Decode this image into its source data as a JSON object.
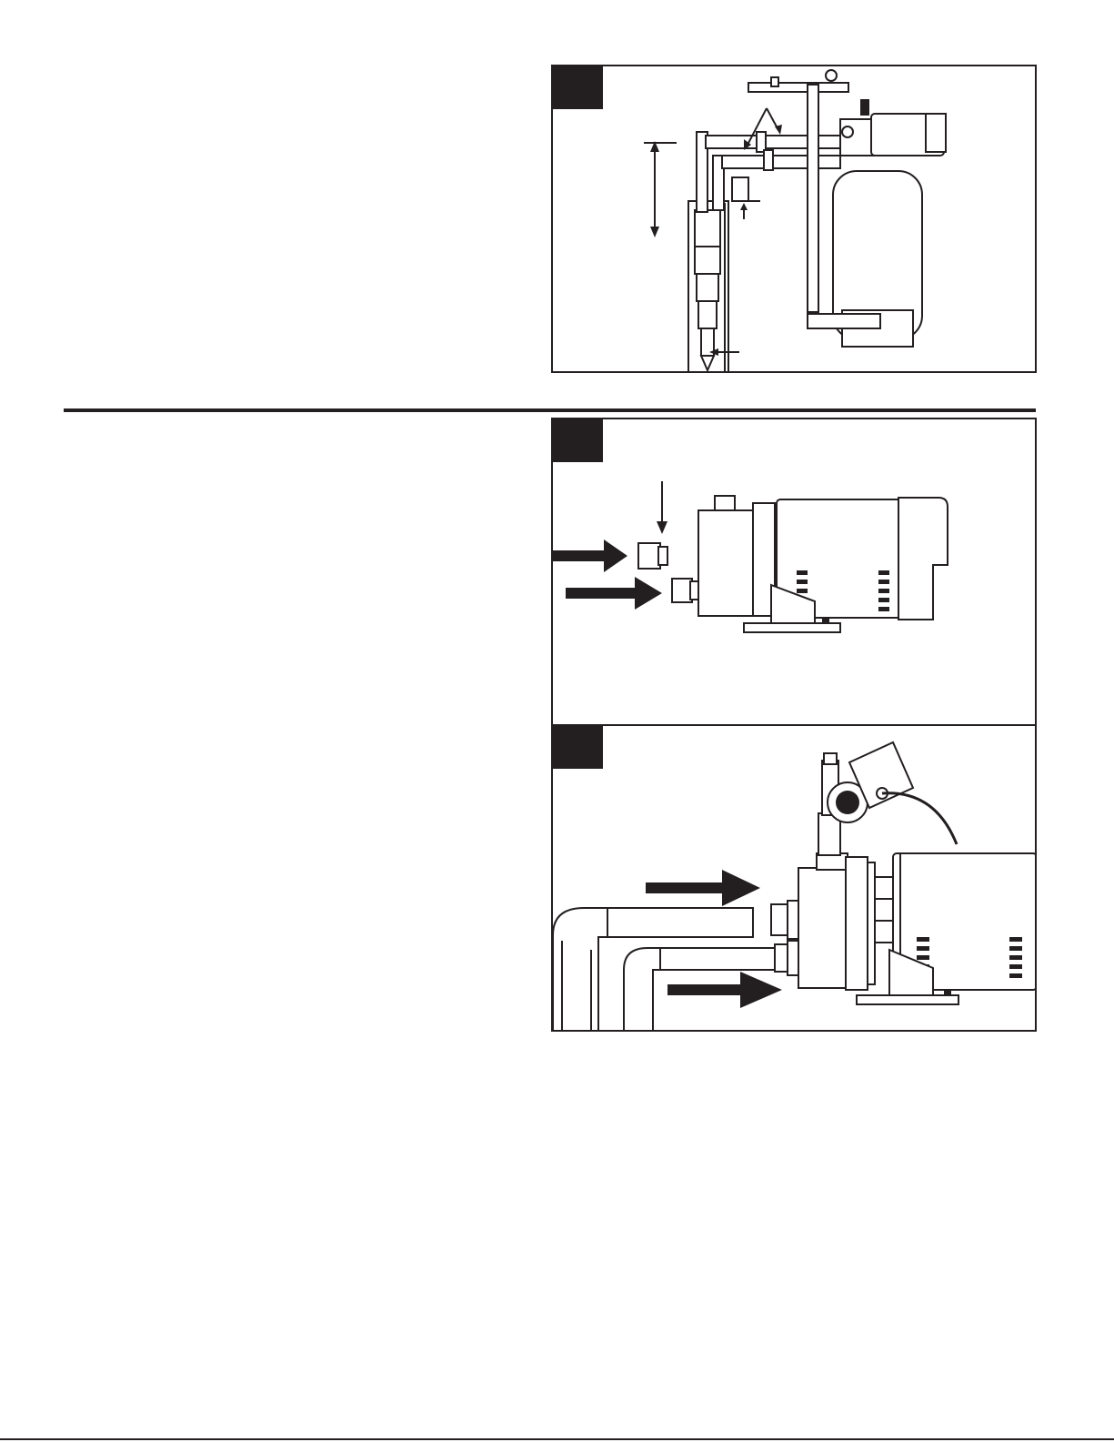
{
  "page": {
    "figures": [
      {
        "id": "figure-1",
        "label": ""
      },
      {
        "id": "figure-2",
        "label": ""
      },
      {
        "id": "figure-3",
        "label": ""
      }
    ]
  },
  "colors": {
    "ink": "#231f20",
    "paper": "#ffffff"
  }
}
